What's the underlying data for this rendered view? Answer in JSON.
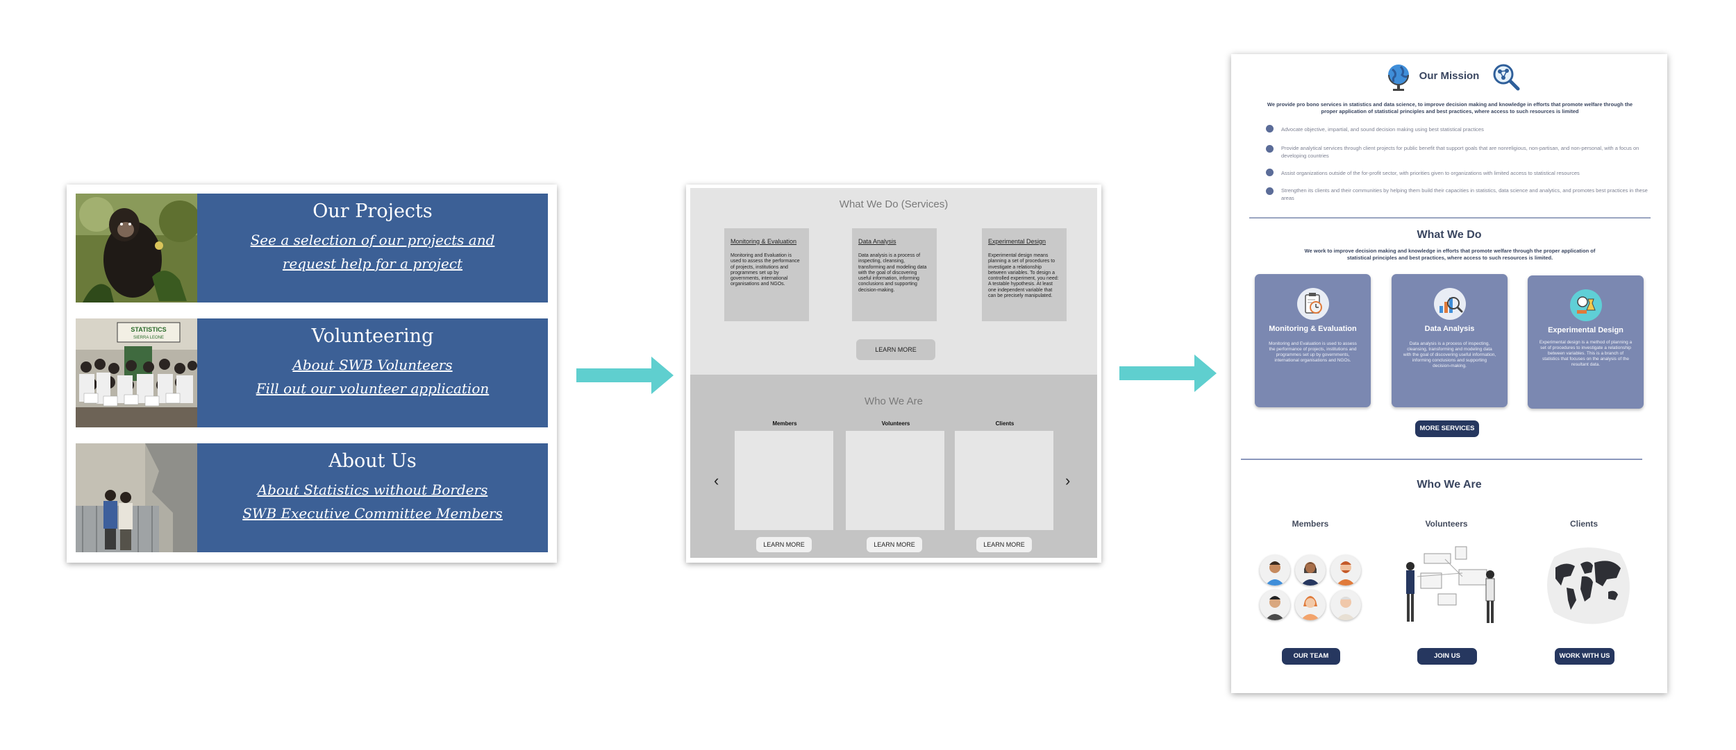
{
  "panel1": {
    "sections": [
      {
        "title": "Our Projects",
        "links": [
          "See a selection of our projects and",
          "request help for a project"
        ],
        "photo": "chimpanzee-photo"
      },
      {
        "title": "Volunteering",
        "links": [
          "About SWB Volunteers",
          "Fill out our volunteer application"
        ],
        "photo": "group-photo",
        "sign_text": "STATISTICS SIERRA LEONE"
      },
      {
        "title": "About Us",
        "links": [
          "About Statistics without Borders",
          "SWB Executive Committee Members"
        ],
        "photo": "street-photo"
      }
    ],
    "box_color": "#3c6096"
  },
  "arrow_color": "#5fcfcf",
  "panel2": {
    "top_heading": "What We Do (Services)",
    "cards": [
      {
        "title": "Monitoring & Evaluation",
        "body": "Monitoring and Evaluation is used to assess the performance of projects, institutions and programmes set up by governments, international organisations and NGOs."
      },
      {
        "title": "Data Analysis",
        "body": "Data analysis is a process of inspecting, cleansing, transforming and modeling data with the goal of discovering useful information, informing conclusions and supporting decision-making."
      },
      {
        "title": "Experimental Design",
        "body": "Experimental design means planning a set of procedures to investigate a relationship between variables. To design a controlled experiment, you need: A testable hypothesis. At least one independent variable that can be precisely manipulated."
      }
    ],
    "learn_more": "LEARN MORE",
    "bottom_heading": "Who We Are",
    "columns": [
      "Members",
      "Volunteers",
      "Clients"
    ],
    "chevron_left": "‹",
    "chevron_right": "›"
  },
  "panel3": {
    "mission_title": "Our Mission",
    "mission_intro": "We provide pro bono services in statistics and data science, to improve decision making and knowledge in efforts that promote welfare through the proper application of statistical principles and best practices, where access to such resources is limited",
    "bullets": [
      "Advocate objective, impartial, and sound decision making using best statistical practices",
      "Provide analytical services through client projects for public benefit that support goals that are nonreligious, non-partisan, and non-personal, with a focus on developing countries",
      "Assist organizations outside of the for-profit sector, with priorities given to organizations with limited access to statistical resources",
      "Strengthen its clients and their communities by helping them build their capacities in statistics, data science and analytics, and promotes best practices in these areas"
    ],
    "what_title": "What We Do",
    "what_sub": "We work to improve decision making and knowledge in efforts that promote welfare through the proper application of statistical principles and best practices, where access to such resources is limited.",
    "cards": [
      {
        "title": "Monitoring & Evaluation",
        "body": "Monitoring and Evaluation is used to assess the performance of projects, institutions and programmes set up by governments, international organisations and NGOs.",
        "icon": "clipboard-clock-icon"
      },
      {
        "title": "Data Analysis",
        "body": "Data analysis is a process of inspecting, cleansing, transforming and modeling data with the goal of discovering useful information, informing conclusions and supporting decision-making.",
        "icon": "magnifier-chart-icon"
      },
      {
        "title": "Experimental Design",
        "body": "Experimental design is a method of planning a set of procedures to investigate a relationship between variables. This is a branch of statistics that focuses on the analysis of the resultant data.",
        "icon": "experiment-icon"
      }
    ],
    "more_services": "MORE SERVICES",
    "who_title": "Who We Are",
    "columns": [
      {
        "title": "Members",
        "button": "OUR TEAM"
      },
      {
        "title": "Volunteers",
        "button": "JOIN US"
      },
      {
        "title": "Clients",
        "button": "WORK WITH US"
      }
    ],
    "card_color": "#7b88b1",
    "button_color": "#26375f"
  }
}
